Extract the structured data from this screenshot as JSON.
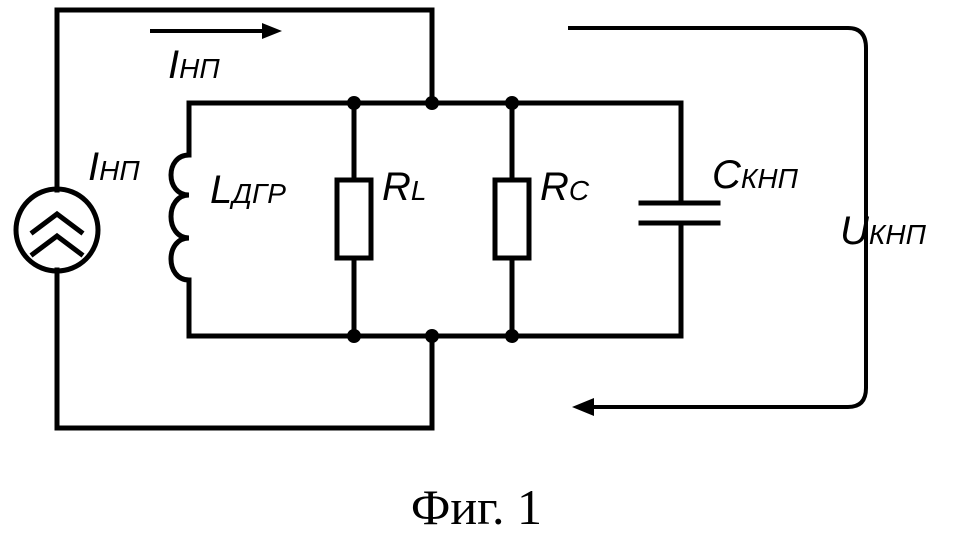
{
  "labels": {
    "i_np_arrow": {
      "main": "I",
      "sub": "НП"
    },
    "i_np_source": {
      "main": "I",
      "sub": "НП"
    },
    "l_dgr": {
      "main": "L",
      "sub": "ДГР"
    },
    "r_l": {
      "main": "R",
      "sub": "L"
    },
    "r_c": {
      "main": "R",
      "sub": "C"
    },
    "c_knp": {
      "main": "C",
      "sub": "КНП"
    },
    "u_knp": {
      "main": "U",
      "sub": "КНП"
    }
  },
  "caption": "Фиг. 1"
}
